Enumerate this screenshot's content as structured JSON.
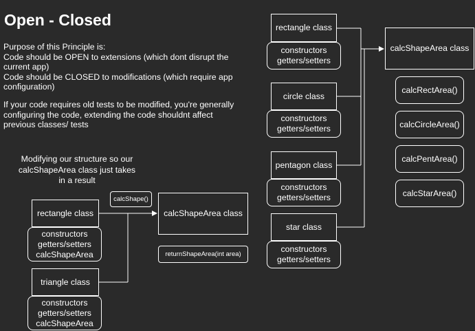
{
  "page_title": "Open - Closed",
  "intro": {
    "purpose_heading": "Purpose of this Principle is:",
    "open_text": "Code should be OPEN to extensions (which dont disrupt the current app)",
    "closed_text": "Code should be CLOSED to modifications (which require app configuration)",
    "tests_note": "If your code requires old tests to be modified, you're generally configuring the code, extending the code shouldnt affect previous classes/ tests"
  },
  "modified_section": {
    "note": "Modifying our structure so our calcShapeArea class just takes in a result",
    "rectangle_class": "rectangle class",
    "rectangle_members": [
      "constructors",
      "getters/setters",
      "calcShapeArea"
    ],
    "triangle_class": "triangle class",
    "triangle_members": [
      "constructors",
      "getters/setters",
      "calcShapeArea"
    ],
    "calc_shape_label": "calcShape()",
    "calc_shape_area_class": "calcShapeArea class",
    "return_method": "returnShapeArea(int area)"
  },
  "original_section": {
    "shapes": [
      {
        "name": "rectangle class",
        "members": [
          "constructors",
          "getters/setters"
        ]
      },
      {
        "name": "circle class",
        "members": [
          "constructors",
          "getters/setters"
        ]
      },
      {
        "name": "pentagon class",
        "members": [
          "constructors",
          "getters/setters"
        ]
      },
      {
        "name": "star class",
        "members": [
          "constructors",
          "getters/setters"
        ]
      }
    ],
    "calc_shape_area_class": "calcShapeArea class",
    "methods": [
      "calcRectArea()",
      "calcCircleArea()",
      "calcPentArea()",
      "calcStarArea()"
    ]
  }
}
